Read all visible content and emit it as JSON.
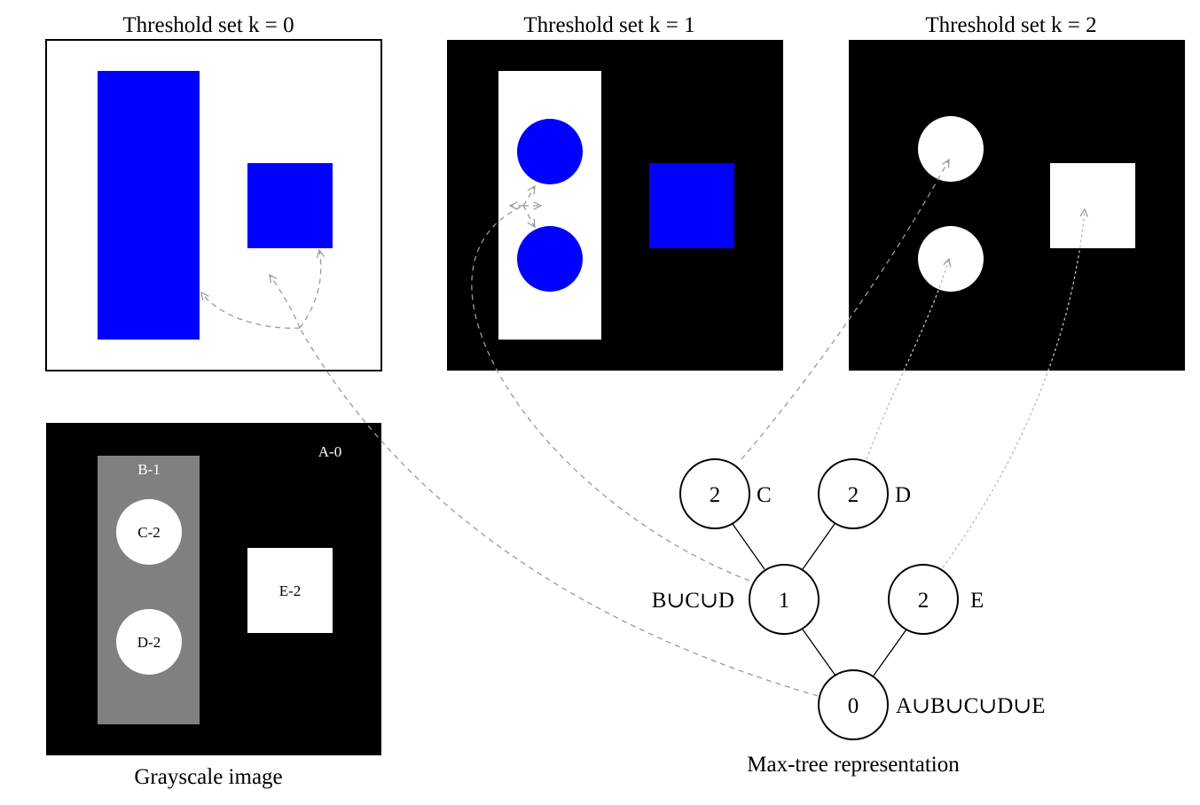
{
  "panels": {
    "k0": {
      "title": "Threshold set k = 0"
    },
    "k1": {
      "title": "Threshold set k = 1"
    },
    "k2": {
      "title": "Threshold set k = 2"
    }
  },
  "grayscale": {
    "caption": "Grayscale image",
    "labels": {
      "a": "A-0",
      "b": "B-1",
      "c": "C-2",
      "d": "D-2",
      "e": "E-2"
    }
  },
  "tree": {
    "caption": "Max-tree representation",
    "nodes": {
      "root": {
        "value": "0",
        "label": "A∪B∪C∪D∪E"
      },
      "b": {
        "value": "1",
        "label": "B∪C∪D"
      },
      "c": {
        "value": "2",
        "label": "C"
      },
      "d": {
        "value": "2",
        "label": "D"
      },
      "e": {
        "value": "2",
        "label": "E"
      }
    }
  },
  "colors": {
    "foreground_blue": "#0000ff",
    "background_black": "#000000",
    "gray_region": "#808080",
    "white": "#ffffff",
    "arrow_gray": "#999999"
  }
}
